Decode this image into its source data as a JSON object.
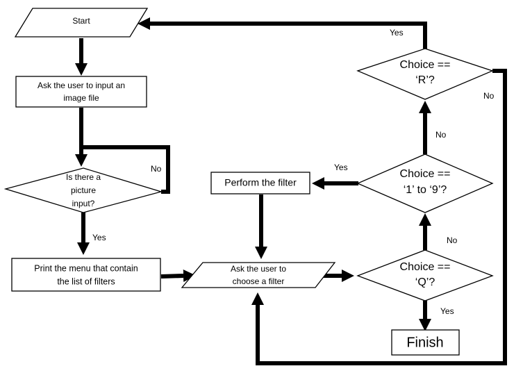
{
  "nodes": {
    "start": {
      "lines": [
        "Start"
      ]
    },
    "ask_image": {
      "lines": [
        "Ask the user to input an",
        "image file"
      ]
    },
    "picture_q": {
      "lines": [
        "Is there a",
        "picture",
        "input?"
      ]
    },
    "print_menu": {
      "lines": [
        "Print the menu that contain",
        "the list of filters"
      ]
    },
    "ask_filter": {
      "lines": [
        "Ask the user to",
        "choose a filter"
      ]
    },
    "perform": {
      "lines": [
        "Perform the filter"
      ]
    },
    "choice_q": {
      "lines": [
        "Choice ==",
        "‘Q’?"
      ]
    },
    "choice_19": {
      "lines": [
        "Choice ==",
        "‘1’ to ‘9’?"
      ]
    },
    "choice_r": {
      "lines": [
        "Choice ==",
        "‘R’?"
      ]
    },
    "finish": {
      "lines": [
        "Finish"
      ]
    }
  },
  "edge_labels": {
    "picture_no": "No",
    "picture_yes": "Yes",
    "r_yes": "Yes",
    "r_no": "No",
    "nine_yes": "Yes",
    "nine_no": "No",
    "q_no": "No",
    "q_yes": "Yes"
  }
}
